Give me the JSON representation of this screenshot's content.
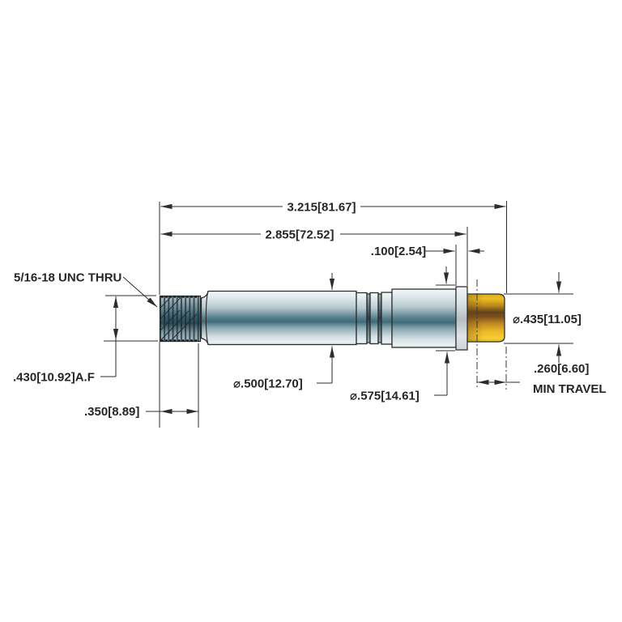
{
  "labels": {
    "overall_length": "3.215[81.67]",
    "length_to_flange": "2.855[72.52]",
    "flange_width": ".100[2.54]",
    "thread_callout": "5/16-18 UNC THRU",
    "across_flats": ".430[10.92]A.F",
    "thread_length": ".350[8.89]",
    "shaft_diameter": "⌀.500[12.70]",
    "flange_diameter": "⌀.575[14.61]",
    "tip_diameter": "⌀.435[11.05]",
    "min_travel_value": ".260[6.60]",
    "min_travel_label": "MIN TRAVEL"
  },
  "colors": {
    "background": "#ffffff",
    "line": "#2d2d2d",
    "steel_highlight": "#e9f0f1",
    "steel_mid": "#9fb8bf",
    "steel_dark": "#3f6b7a",
    "thread_dark": "#2c4a56",
    "flange_gray": "#ccd6d9",
    "gold_light": "#f6ce33",
    "gold_dark": "#64421b"
  }
}
